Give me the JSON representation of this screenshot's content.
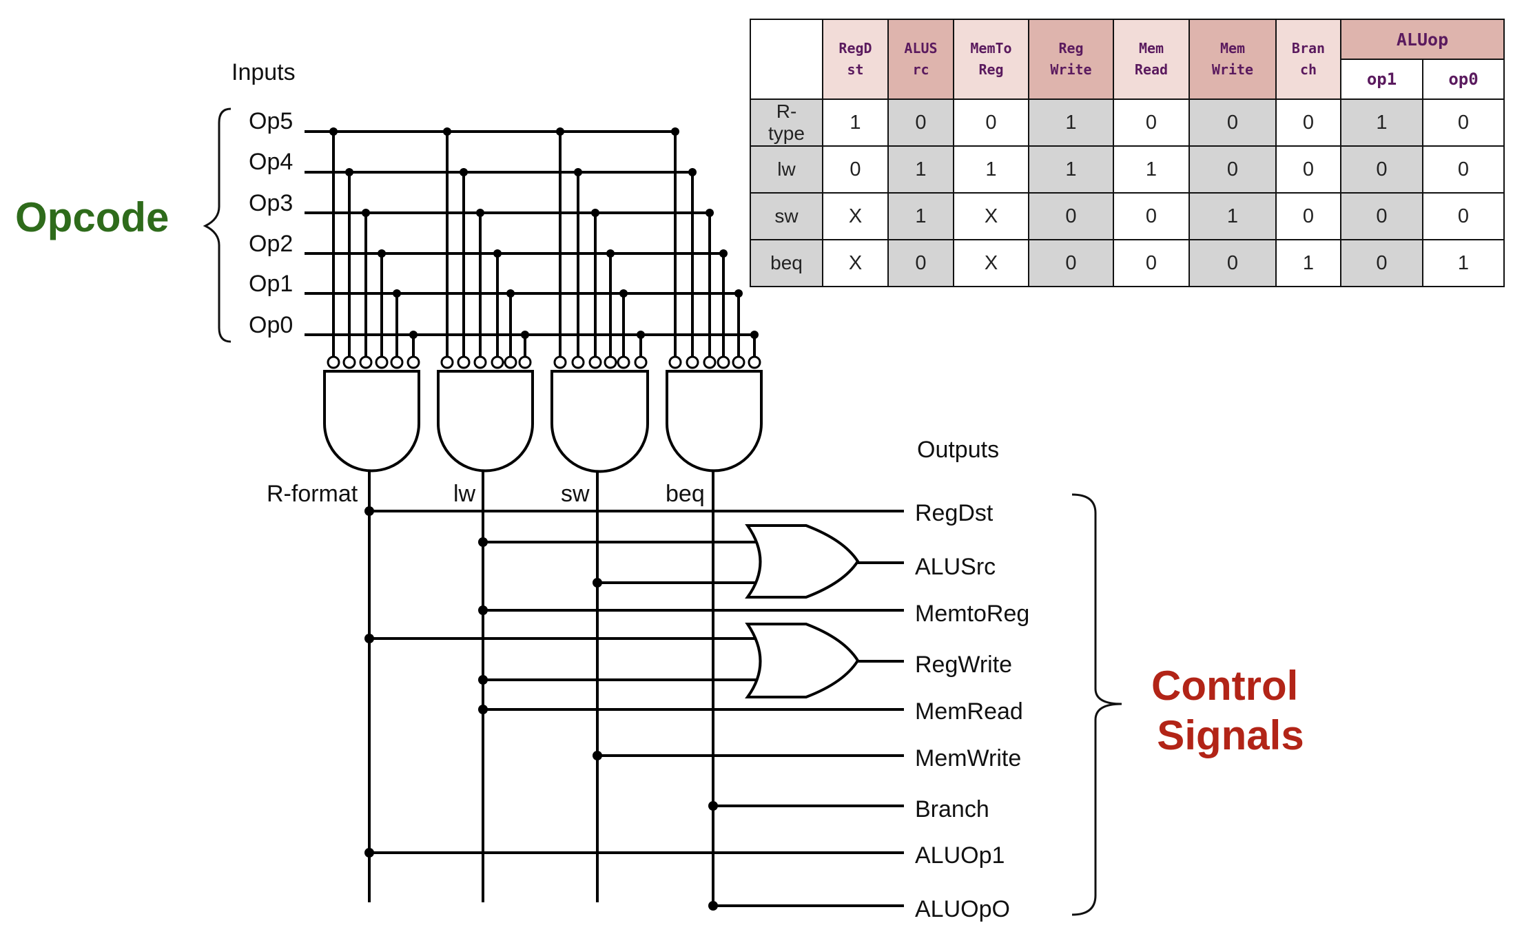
{
  "diagram": {
    "inputs_title": "Inputs",
    "opcode_label": "Opcode",
    "inputs": [
      "Op5",
      "Op4",
      "Op3",
      "Op2",
      "Op1",
      "Op0"
    ],
    "gate_outputs": [
      "R-format",
      "lw",
      "sw",
      "beq"
    ],
    "outputs_title": "Outputs",
    "outputs": [
      "RegDst",
      "ALUSrc",
      "MemtoReg",
      "RegWrite",
      "MemRead",
      "MemWrite",
      "Branch",
      "ALUOp1",
      "ALUOpO"
    ],
    "control_label": "Control Signals",
    "colors": {
      "opcode": "#2e6b1b",
      "control": "#b22417",
      "wire": "#000000"
    }
  },
  "table": {
    "headers": [
      "RegD st",
      "ALUS rc",
      "MemTo Reg",
      "Reg Write",
      "Mem Read",
      "Mem Write",
      "Bran ch"
    ],
    "group_header": "ALUop",
    "sub_headers": [
      "op1",
      "op0"
    ],
    "rows": [
      {
        "label": "R- type",
        "values": [
          "1",
          "0",
          "0",
          "1",
          "0",
          "0",
          "0",
          "1",
          "0"
        ]
      },
      {
        "label": "lw",
        "values": [
          "0",
          "1",
          "1",
          "1",
          "1",
          "0",
          "0",
          "0",
          "0"
        ]
      },
      {
        "label": "sw",
        "values": [
          "X",
          "1",
          "X",
          "0",
          "0",
          "1",
          "0",
          "0",
          "0"
        ]
      },
      {
        "label": "beq",
        "values": [
          "X",
          "0",
          "X",
          "0",
          "0",
          "0",
          "1",
          "0",
          "1"
        ]
      }
    ],
    "colors": {
      "header_light": "#f2dcd8",
      "header_dark": "#deb4ad",
      "header_text": "#5a1a5e",
      "shade": "#d4d4d4"
    }
  }
}
